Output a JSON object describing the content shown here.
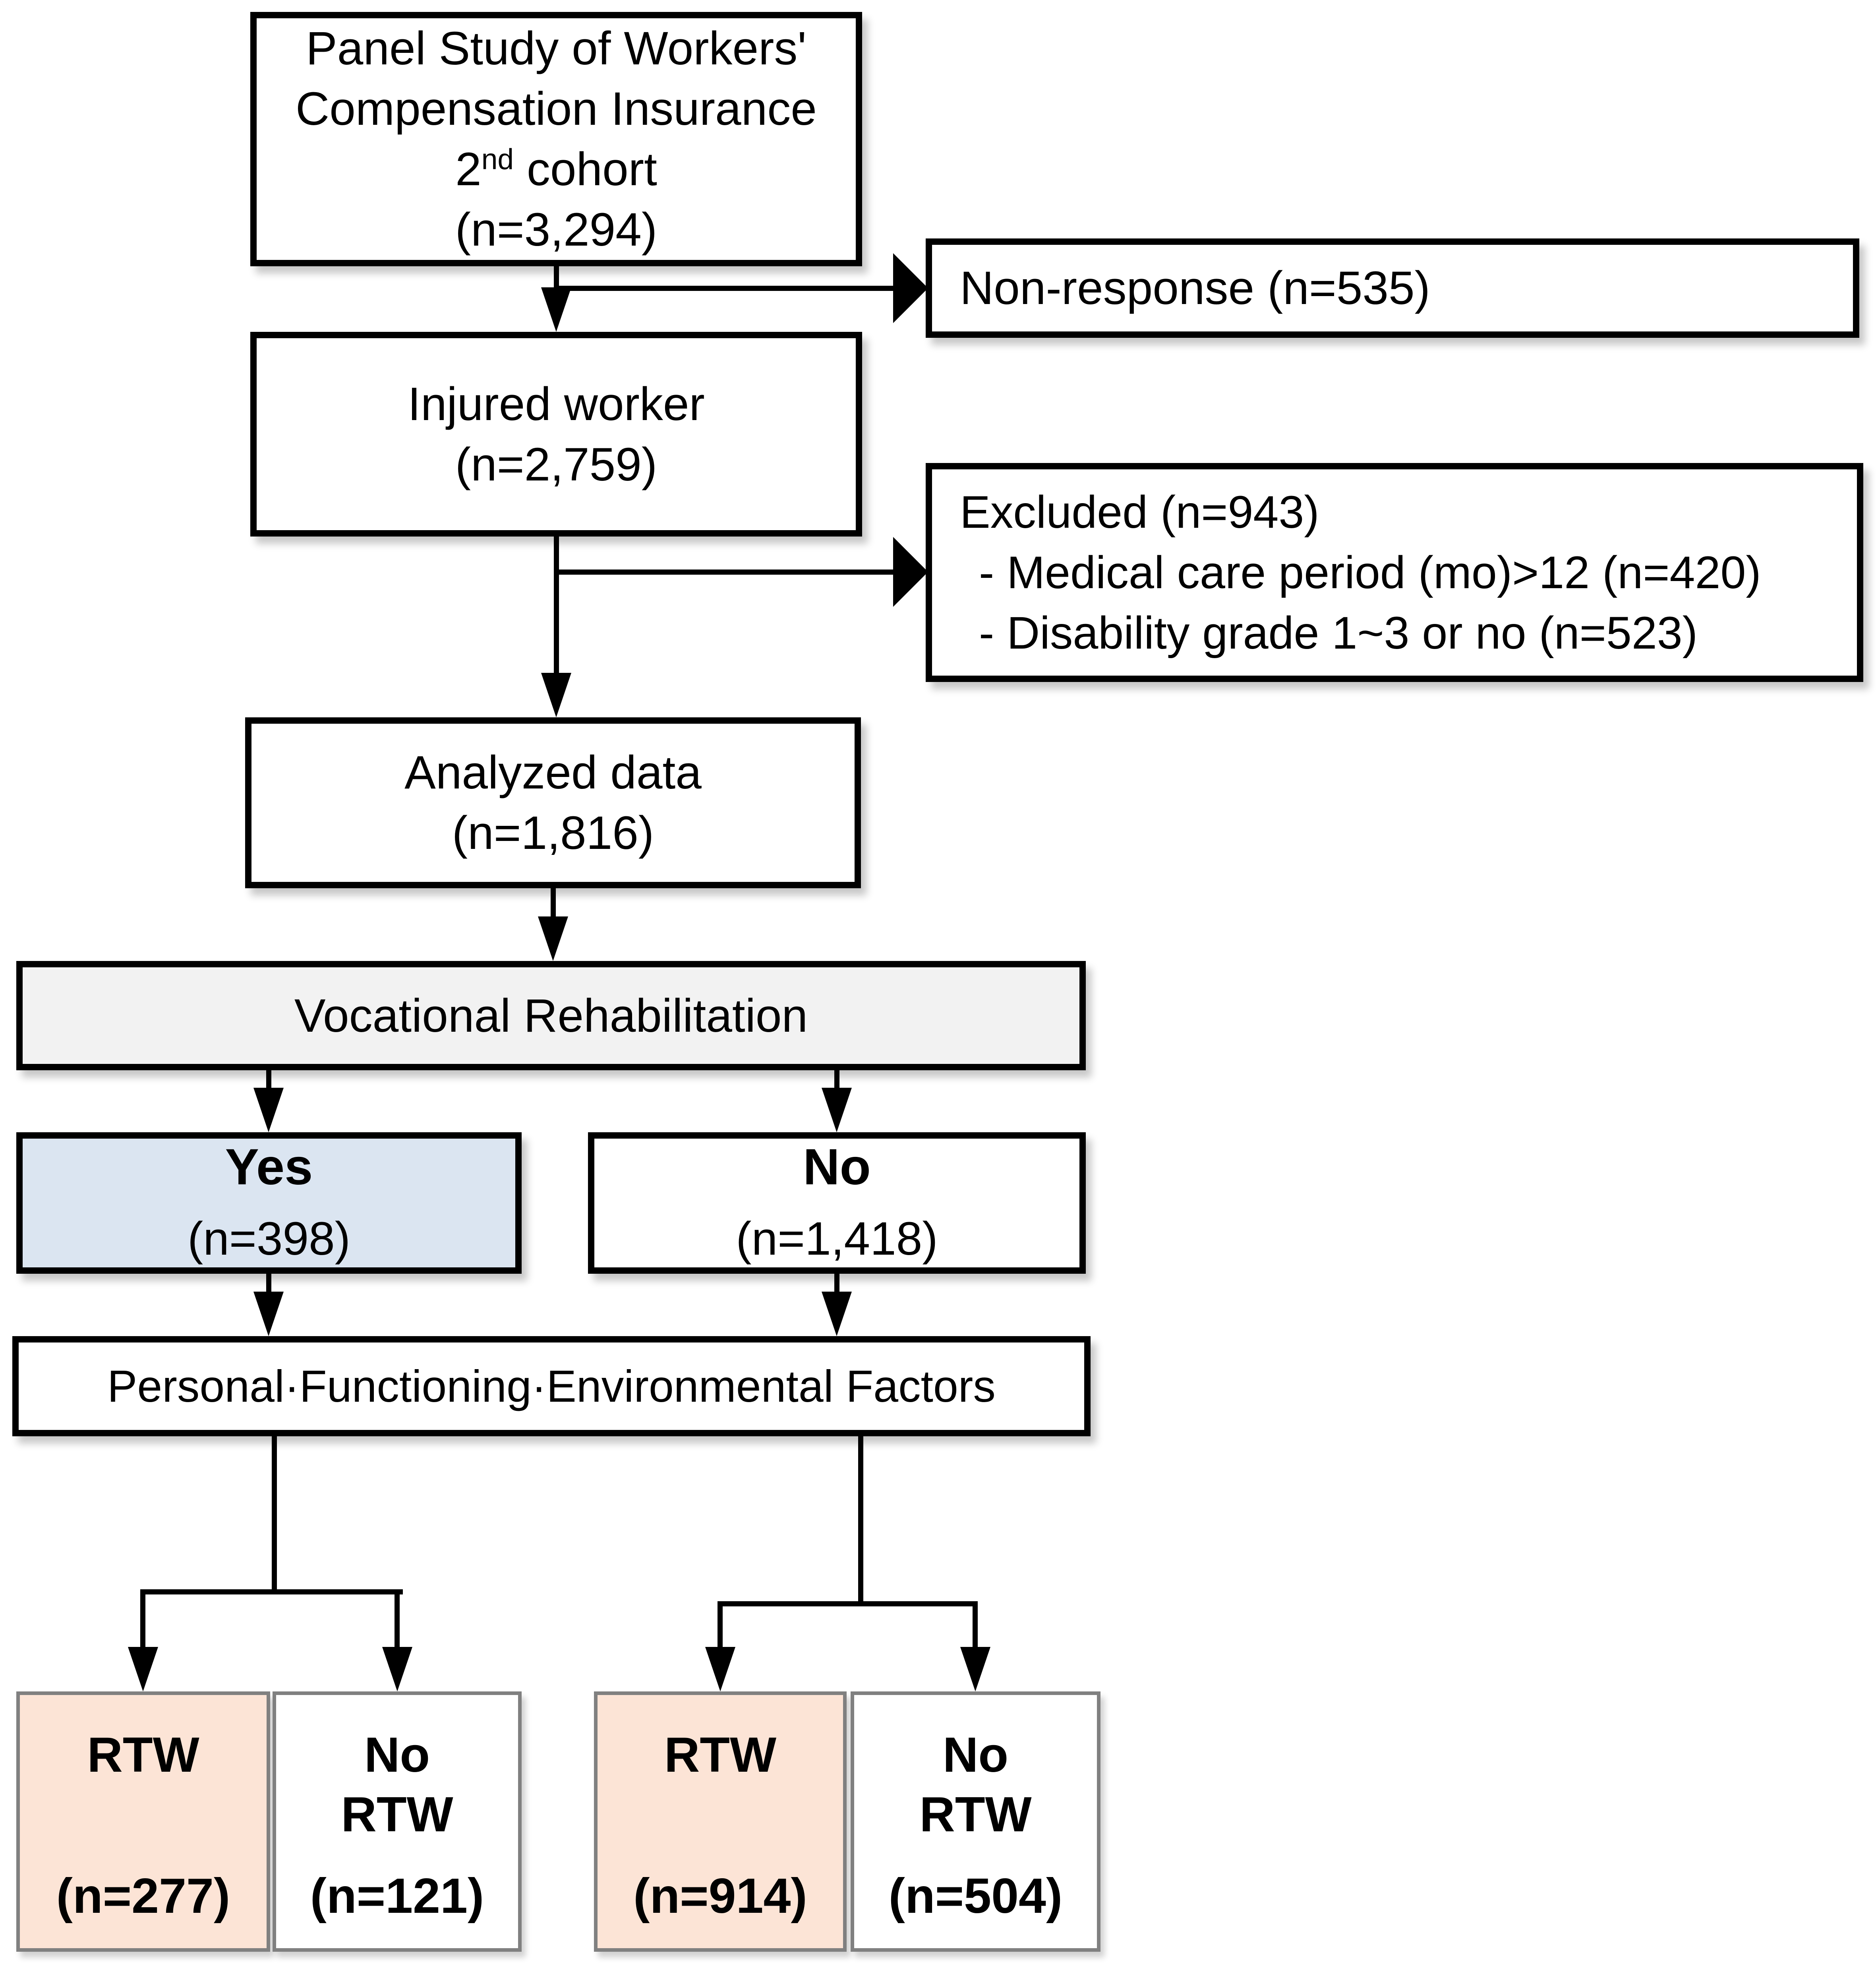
{
  "colors": {
    "yes_fill": "#dbe5f1",
    "rtw_fill": "#fce4d6",
    "stage_fill": "#f2f2f2",
    "box_border": "#000000",
    "outcome_border": "#808080"
  },
  "flow": {
    "panel": {
      "title": "Panel Study of Workers'\nCompensation Insurance",
      "cohort_num": "2",
      "cohort_ord": "nd",
      "cohort_word": " cohort",
      "n": "(n=3,294)"
    },
    "non_response": {
      "label": "Non-response (n=535)"
    },
    "injured": {
      "title": "Injured worker",
      "n": "(n=2,759)"
    },
    "excluded": {
      "title": "Excluded (n=943)",
      "item1": "- Medical care period (mo)>12 (n=420)",
      "item2": "- Disability grade 1~3 or no (n=523)"
    },
    "analyzed": {
      "title": "Analyzed data",
      "n": "(n=1,816)"
    },
    "vocational": {
      "label": "Vocational Rehabilitation"
    },
    "yes": {
      "label": "Yes",
      "n": "(n=398)"
    },
    "no": {
      "label": "No",
      "n": "(n=1,418)"
    },
    "factors": {
      "label": "Personal·Functioning·Environmental Factors"
    },
    "outcomes": [
      {
        "label": "RTW",
        "n": "(n=277)"
      },
      {
        "label": "No\nRTW",
        "n": "(n=121)"
      },
      {
        "label": "RTW",
        "n": "(n=914)"
      },
      {
        "label": "No\nRTW",
        "n": "(n=504)"
      }
    ]
  }
}
